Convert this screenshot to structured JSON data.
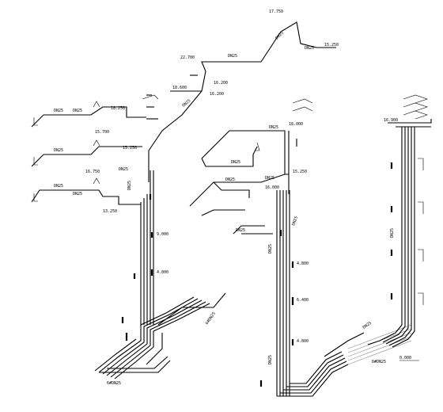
{
  "elevations": [
    "17.750",
    "15.250",
    "22.700",
    "16.200",
    "18.600",
    "16.200",
    "18.250",
    "15.700",
    "15.250",
    "16.750",
    "13.250",
    "18.000",
    "15.250",
    "16.000",
    "16.900",
    "9.000",
    "4.800",
    "4.800",
    "6.400",
    "4.800",
    "0.000"
  ],
  "pipe_sizes": [
    "DN25",
    "DN25",
    "DN25",
    "DN25",
    "DN25",
    "DN25",
    "DN25",
    "DN25",
    "DN25",
    "DN25",
    "DN25",
    "DN25",
    "DN25",
    "DN25",
    "DN25",
    "DN25",
    "DN25",
    "DN25"
  ],
  "legend_texts": [
    "6#DN25",
    "6#DN25",
    "6#DN25",
    "DN25",
    "DN25",
    "DN25"
  ],
  "note_text": "",
  "accent_colors": {
    "line": "#000000",
    "hatch": "#888888"
  }
}
